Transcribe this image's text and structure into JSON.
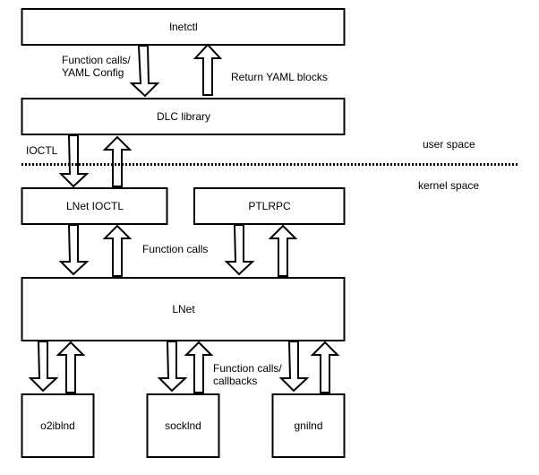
{
  "boxes": {
    "lnetctl": "lnetctl",
    "dlc": "DLC library",
    "lnet_ioctl": "LNet IOCTL",
    "ptlrpc": "PTLRPC",
    "lnet": "LNet",
    "o2iblnd": "o2iblnd",
    "socklnd": "socklnd",
    "gnilnd": "gnilnd"
  },
  "labels": {
    "func_calls_line1": "Function calls/",
    "func_calls_line2": "YAML Config",
    "return_yaml": "Return YAML blocks",
    "ioctl": "IOCTL",
    "user_space": "user space",
    "kernel_space": "kernel space",
    "function_calls": "Function calls",
    "callbacks_line1": "Function calls/",
    "callbacks_line2": "callbacks"
  }
}
